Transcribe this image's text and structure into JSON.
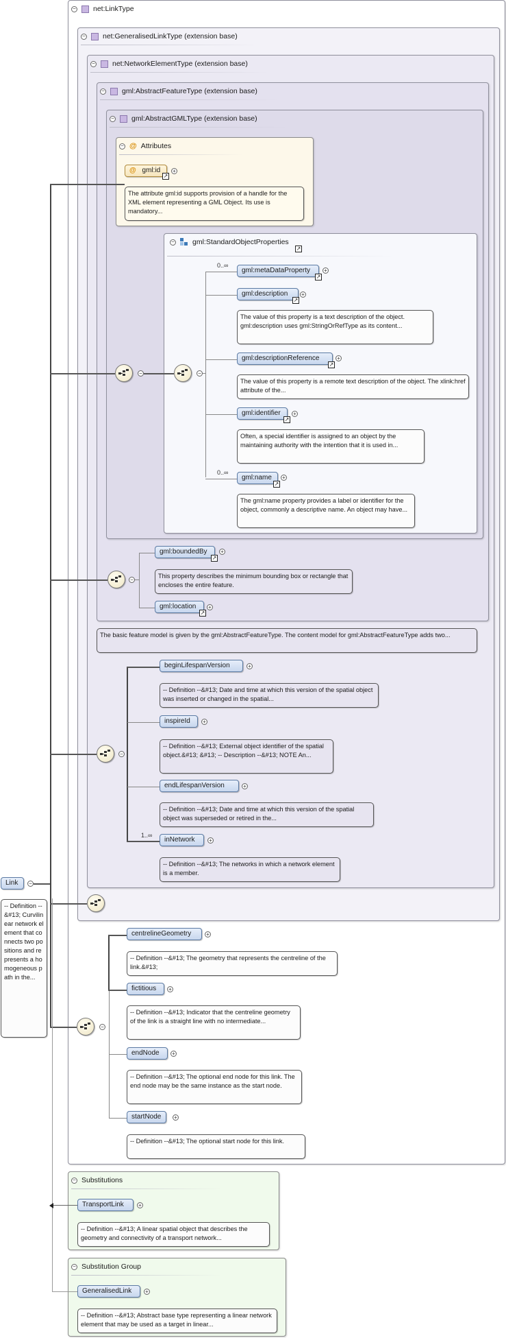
{
  "root_type": "net:LinkType",
  "extensions": {
    "generalised": "net:GeneralisedLinkType (extension base)",
    "network_element": "net:NetworkElementType (extension base)",
    "abstract_feature": "gml:AbstractFeatureType (extension base)",
    "abstract_gml": "gml:AbstractGMLType (extension base)"
  },
  "attributes": {
    "title": "Attributes",
    "id_label": "gml:id",
    "id_note": "The attribute gml:id supports provision of a handle for the XML element representing a GML Object. Its use is mandatory..."
  },
  "standard_object_properties": {
    "title": "gml:StandardObjectProperties",
    "items": [
      {
        "label": "gml:metaDataProperty",
        "card": "0..∞",
        "note": ""
      },
      {
        "label": "gml:description",
        "card": "",
        "note": "The value of this property is a text description of the object. gml:description uses gml:StringOrRefType as its content..."
      },
      {
        "label": "gml:descriptionReference",
        "card": "",
        "note": "The value of this property is a remote text description of the object. The xlink:href attribute of the..."
      },
      {
        "label": "gml:identifier",
        "card": "",
        "note": "Often, a special identifier is assigned to an object by the maintaining authority with the intention that it is used in..."
      },
      {
        "label": "gml:name",
        "card": "0..∞",
        "note": "The gml:name property provides a label or identifier for the object, commonly a descriptive name. An object may have..."
      }
    ]
  },
  "feature_props": {
    "bounded_by": "gml:boundedBy",
    "bounded_by_note": "This property describes the minimum bounding box or rectangle that encloses the entire feature.",
    "location": "gml:location",
    "feature_note": "The basic feature model is given by the gml:AbstractFeatureType. The content model for gml:AbstractFeatureType adds two..."
  },
  "network_element_props": [
    {
      "label": "beginLifespanVersion",
      "card": "",
      "note": "-- Definition --&#13; Date and time at which this version of the spatial object was inserted or changed in the spatial..."
    },
    {
      "label": "inspireId",
      "card": "",
      "note": "-- Definition --&#13; External object identifier of the spatial object.&#13; &#13; -- Description --&#13; NOTE An..."
    },
    {
      "label": "endLifespanVersion",
      "card": "",
      "note": "-- Definition --&#13; Date and time at which this version of the spatial object was superseded or retired in the..."
    },
    {
      "label": "inNetwork",
      "card": "1..∞",
      "note": "-- Definition --&#13; The networks in which a network element is a member."
    }
  ],
  "link_element": {
    "label": "Link",
    "note": "-- Definition --&#13; Curvilinear network element that connects two positions and represents a homogeneous path in the..."
  },
  "link_props": [
    {
      "label": "centrelineGeometry",
      "note": "-- Definition --&#13; The geometry that represents the centreline of the link.&#13;"
    },
    {
      "label": "fictitious",
      "note": "-- Definition --&#13; Indicator that the centreline geometry of the link is a straight line with no intermediate..."
    },
    {
      "label": "endNode",
      "note": "-- Definition --&#13; The optional end node for this link. The end node may be the same instance as the start node."
    },
    {
      "label": "startNode",
      "note": "-- Definition --&#13; The optional start node for this link."
    }
  ],
  "substitutions": {
    "title": "Substitutions",
    "item": "TransportLink",
    "note": "-- Definition --&#13; A linear spatial object that describes the geometry and connectivity of a transport network..."
  },
  "substitution_group": {
    "title": "Substitution Group",
    "item": "GeneralisedLink",
    "note": "-- Definition --&#13; Abstract base type representing a linear network element that may be used as a target in linear..."
  },
  "colors": {
    "element_fill": "#c8d7ee",
    "attribute_fill": "#f6e6bd",
    "type_header": "#c9b7e2",
    "substitution_bg": "#f0faec"
  }
}
